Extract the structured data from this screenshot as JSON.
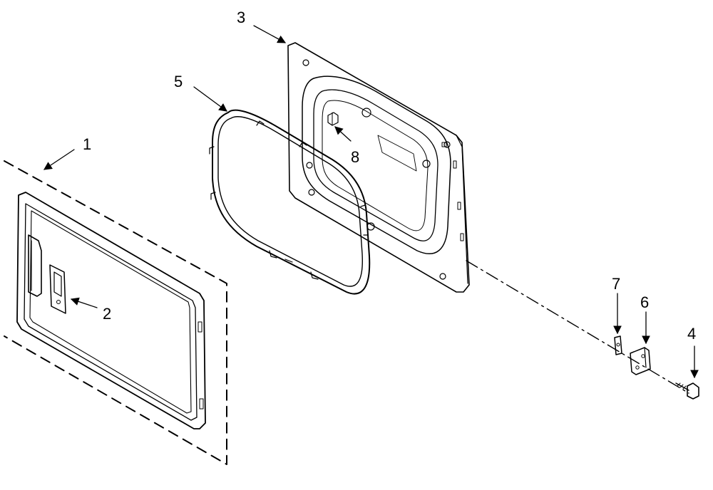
{
  "diagram": {
    "type": "exploded-parts-view",
    "callouts": [
      {
        "id": "1",
        "label": "1"
      },
      {
        "id": "2",
        "label": "2"
      },
      {
        "id": "3",
        "label": "3"
      },
      {
        "id": "4",
        "label": "4"
      },
      {
        "id": "5",
        "label": "5"
      },
      {
        "id": "6",
        "label": "6"
      },
      {
        "id": "7",
        "label": "7"
      },
      {
        "id": "8",
        "label": "8"
      }
    ],
    "colors": {
      "line": "#000000",
      "background": "#ffffff",
      "fill": "#f4f4f4"
    }
  }
}
